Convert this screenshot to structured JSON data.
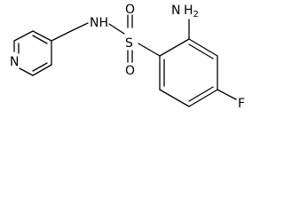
{
  "structure": {
    "atoms": {
      "nh2": {
        "element": "N",
        "hydrogens": "H",
        "count": "2"
      },
      "nh": {
        "text": "NH"
      },
      "s": {
        "text": "S"
      },
      "o_top": {
        "text": "O"
      },
      "o_bottom": {
        "text": "O"
      },
      "n_pyridine": {
        "text": "N"
      },
      "f": {
        "text": "F"
      }
    }
  }
}
